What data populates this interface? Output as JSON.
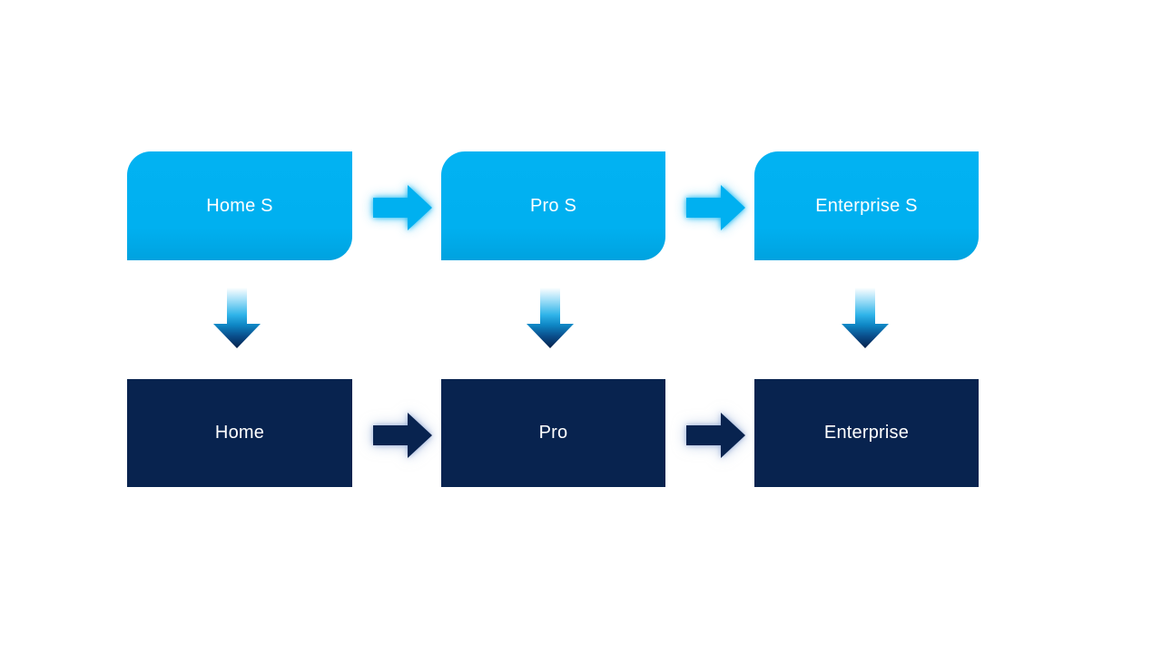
{
  "colors": {
    "canvas_bg": "#FFFFFF",
    "light_blue": "#00B0F0",
    "dark_navy": "#08234F",
    "label_text": "#FFFFFF"
  },
  "diagram": {
    "type": "flowchart",
    "columns": [
      {
        "top_label": "Home S",
        "bottom_label": "Home"
      },
      {
        "top_label": "Pro S",
        "bottom_label": "Pro"
      },
      {
        "top_label": "Enterprise S",
        "bottom_label": "Enterprise"
      }
    ],
    "icons": {
      "horizontal_connector": "right-arrow-icon",
      "vertical_connector": "down-arrow-icon"
    }
  }
}
